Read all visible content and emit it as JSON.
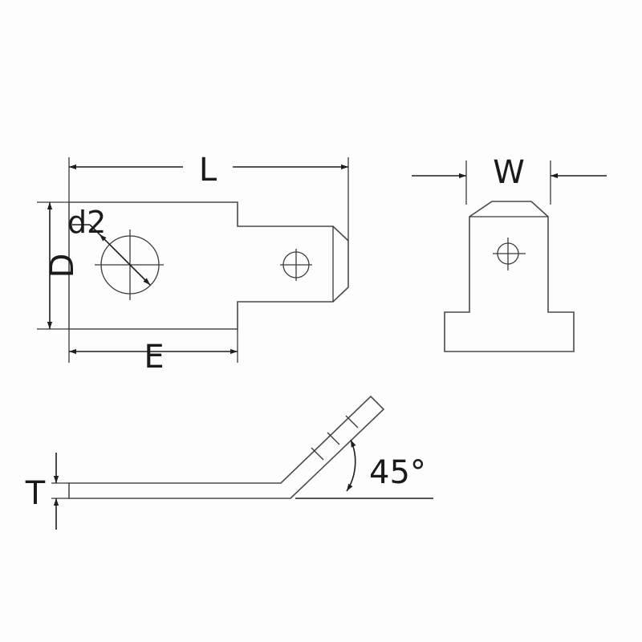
{
  "labels": {
    "length": "L",
    "width": "W",
    "height": "D",
    "hole_diameter": "d2",
    "body_length": "E",
    "thickness": "T",
    "bend_angle": "45°"
  },
  "colors": {
    "line": "#4a4a4a",
    "dimension": "#1e1e1e",
    "text": "#1a1a1a",
    "background": "#fdfdfd"
  }
}
